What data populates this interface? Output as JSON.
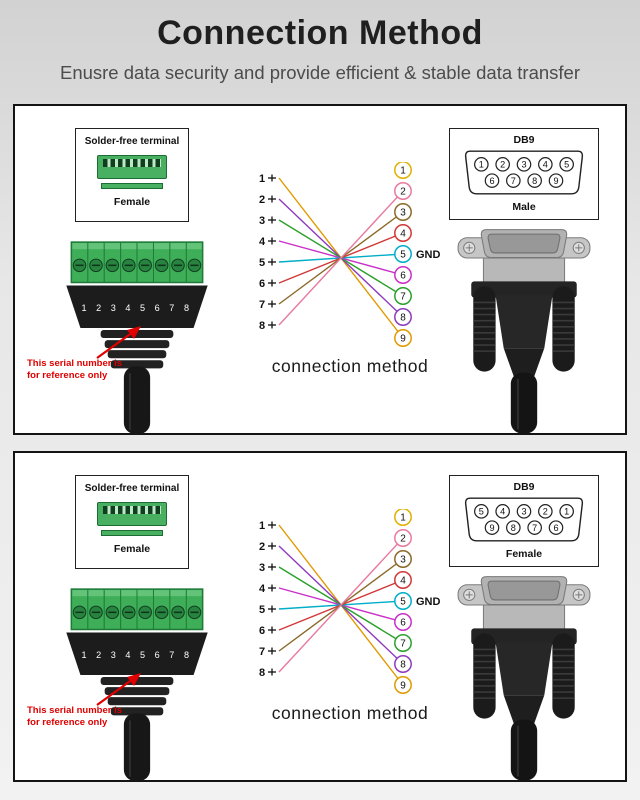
{
  "page": {
    "title": "Connection Method",
    "subtitle": "Enusre data security and provide efficient & stable data transfer"
  },
  "panels": [
    {
      "terminal_box": {
        "title": "Solder-free terminal",
        "gender": "Female"
      },
      "terminal_photo": {
        "pins_label": "1 2 3 4 5 6 7 8"
      },
      "note": {
        "line1": "This serial number is",
        "line2": "for reference only"
      },
      "wiring": {
        "caption": "connection method",
        "gnd_label": "GND",
        "gnd_pin": 5,
        "left_pins": [
          "1",
          "2",
          "3",
          "4",
          "5",
          "6",
          "7",
          "8"
        ],
        "right_pins": [
          "1",
          "2",
          "3",
          "4",
          "5",
          "6",
          "7",
          "8",
          "9"
        ],
        "unconnected_ring_color": "#e0b000",
        "connections": [
          {
            "from": 1,
            "to": 9,
            "color": "#e09a00"
          },
          {
            "from": 2,
            "to": 8,
            "color": "#8e3bbe"
          },
          {
            "from": 3,
            "to": 7,
            "color": "#2ba02b"
          },
          {
            "from": 4,
            "to": 6,
            "color": "#c92fc9"
          },
          {
            "from": 5,
            "to": 5,
            "color": "#00aec8"
          },
          {
            "from": 6,
            "to": 4,
            "color": "#d23737"
          },
          {
            "from": 7,
            "to": 3,
            "color": "#8a6a28"
          },
          {
            "from": 8,
            "to": 2,
            "color": "#e8799e"
          }
        ]
      },
      "db9_box": {
        "title": "DB9",
        "top_row": [
          "1",
          "2",
          "3",
          "4",
          "5"
        ],
        "bottom_row": [
          "6",
          "7",
          "8",
          "9"
        ],
        "gender": "Male"
      }
    },
    {
      "terminal_box": {
        "title": "Solder-free terminal",
        "gender": "Female"
      },
      "terminal_photo": {
        "pins_label": "1 2 3 4 5 6 7 8"
      },
      "note": {
        "line1": "This serial number is",
        "line2": "for reference only"
      },
      "wiring": {
        "caption": "connection method",
        "gnd_label": "GND",
        "gnd_pin": 5,
        "left_pins": [
          "1",
          "2",
          "3",
          "4",
          "5",
          "6",
          "7",
          "8"
        ],
        "right_pins": [
          "1",
          "2",
          "3",
          "4",
          "5",
          "6",
          "7",
          "8",
          "9"
        ],
        "unconnected_ring_color": "#e0b000",
        "connections": [
          {
            "from": 1,
            "to": 9,
            "color": "#e09a00"
          },
          {
            "from": 2,
            "to": 8,
            "color": "#8e3bbe"
          },
          {
            "from": 3,
            "to": 7,
            "color": "#2ba02b"
          },
          {
            "from": 4,
            "to": 6,
            "color": "#c92fc9"
          },
          {
            "from": 5,
            "to": 5,
            "color": "#00aec8"
          },
          {
            "from": 6,
            "to": 4,
            "color": "#d23737"
          },
          {
            "from": 7,
            "to": 3,
            "color": "#8a6a28"
          },
          {
            "from": 8,
            "to": 2,
            "color": "#e8799e"
          }
        ]
      },
      "db9_box": {
        "title": "DB9",
        "top_row": [
          "5",
          "4",
          "3",
          "2",
          "1"
        ],
        "bottom_row": [
          "9",
          "8",
          "7",
          "6"
        ],
        "gender": "Female"
      }
    }
  ]
}
